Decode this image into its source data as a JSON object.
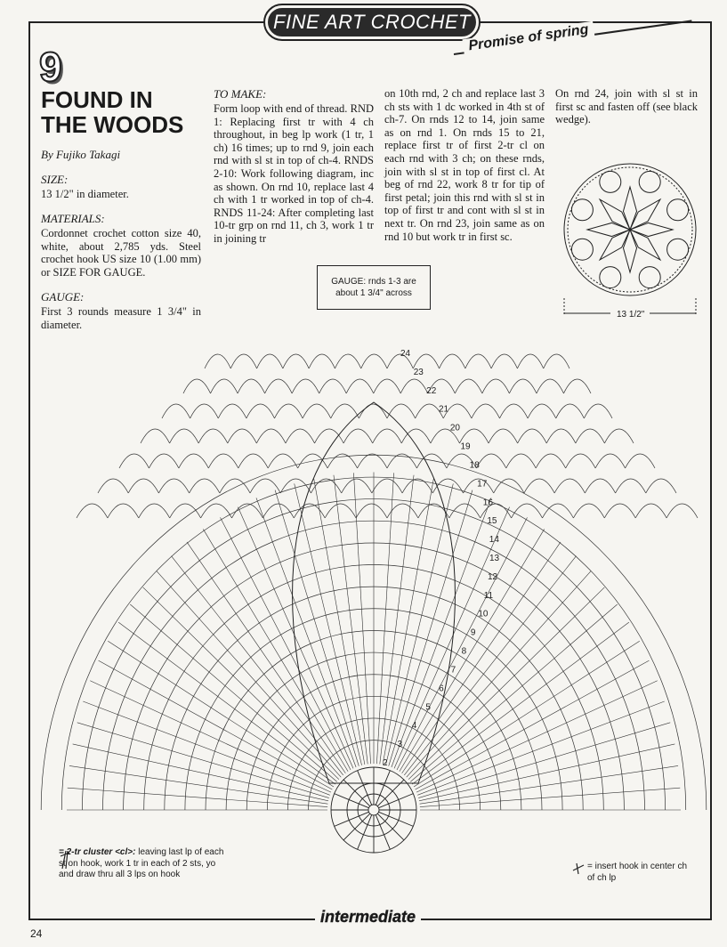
{
  "header": {
    "series": "FINE ART CROCHET",
    "subtitle": "Promise of spring"
  },
  "pattern": {
    "number": "9",
    "title_line1": "FOUND IN",
    "title_line2": "THE WOODS",
    "byline": "By Fujiko Takagi"
  },
  "size": {
    "label": "SIZE:",
    "text": "13 1/2\" in diameter."
  },
  "materials": {
    "label": "MATERIALS:",
    "text": "Cordonnet crochet cotton size 40, white, about 2,785 yds. Steel crochet hook US size 10 (1.00 mm) or SIZE FOR GAUGE."
  },
  "gauge": {
    "label": "GAUGE:",
    "text": "First 3 rounds measure 1 3/4\" in diameter."
  },
  "instructions": {
    "label": "TO MAKE:",
    "col1": "Form loop with end of thread. RND 1: Replacing first tr with 4 ch throughout, in beg lp work (1 tr, 1 ch) 16 times; up to rnd 9, join each rnd with sl st in top of ch-4. RNDS 2-10: Work following diagram, inc as shown. On rnd 10, replace last 4 ch with 1 tr worked in top of ch-4. RNDS 11-24: After completing last 10-tr grp on rnd 11, ch 3, work 1 tr in joining tr",
    "col2": "on 10th rnd, 2 ch and replace last 3 ch sts with 1 dc worked in 4th st of ch-7. On rnds 12 to 14, join same as on rnd 1. On rnds 15 to 21, replace first tr of first 2-tr cl on each rnd with 3 ch; on these rnds, join with sl st in top of first cl. At beg of rnd 22, work 8 tr for tip of first petal; join this rnd with sl st in top of first tr and cont with sl st in next tr. On rnd 23, join same as on rnd 10 but work tr in first sc.",
    "col3": "On rnd 24, join with sl st in first sc and fasten off (see black wedge)."
  },
  "diagram": {
    "gauge_note_line1": "GAUGE: rnds 1-3 are",
    "gauge_note_line2": "about 1 3/4\" across",
    "size_caption": "13 1/2\"",
    "round_labels": [
      "2",
      "3",
      "4",
      "5",
      "6",
      "7",
      "8",
      "9",
      "10",
      "11",
      "12",
      "13",
      "14",
      "15",
      "16",
      "17",
      "18",
      "19",
      "20",
      "21",
      "22",
      "23",
      "24"
    ]
  },
  "legend": {
    "cluster_term": "= 2-tr cluster <cl>:",
    "cluster_text": "leaving last lp of each st on hook, work 1 tr in each of 2 sts, yo and draw thru all 3 lps on hook",
    "insert_text": "= insert hook in center ch of ch lp"
  },
  "footer": {
    "level": "intermediate",
    "page_number": "24"
  }
}
